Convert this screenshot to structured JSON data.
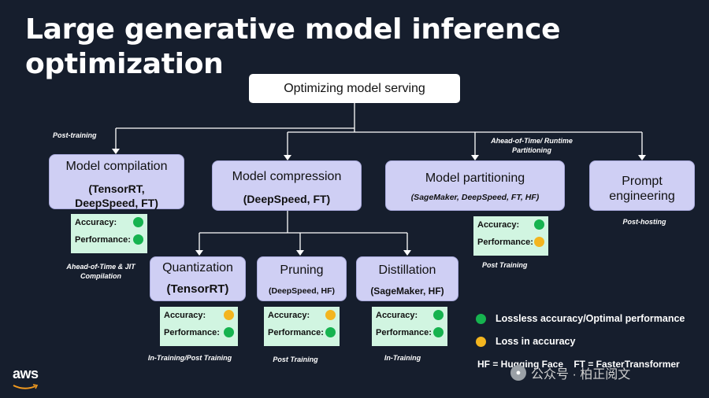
{
  "title": "Large generative model inference optimization",
  "root": {
    "label": "Optimizing model serving"
  },
  "categories": [
    {
      "title": "Model compilation",
      "sub": "(TensorRT, DeepSpeed, FT)"
    },
    {
      "title": "Model compression",
      "sub": "(DeepSpeed, FT)"
    },
    {
      "title": "Model partitioning",
      "sub": "(SageMaker, DeepSpeed, FT, HF)"
    },
    {
      "title": "Prompt engineering"
    }
  ],
  "techniques": [
    {
      "title": "Quantization",
      "sub": "(TensorRT)"
    },
    {
      "title": "Pruning",
      "sub": "(DeepSpeed, HF)"
    },
    {
      "title": "Distillation",
      "sub": "(SageMaker, HF)"
    }
  ],
  "metric_labels": {
    "accuracy": "Accuracy:",
    "performance": "Performance:"
  },
  "metrics": {
    "compilation": {
      "accuracy": "lossless",
      "performance": "optimal"
    },
    "partitioning": {
      "accuracy": "lossless",
      "performance": "loss"
    },
    "quantization": {
      "accuracy": "loss",
      "performance": "optimal"
    },
    "pruning": {
      "accuracy": "loss",
      "performance": "optimal"
    },
    "distillation": {
      "accuracy": "lossless",
      "performance": "optimal"
    }
  },
  "notes": {
    "post_training": "Post-training",
    "ahead_runtime_1": "Ahead-of-Time/ Runtime",
    "ahead_runtime_2": "Partitioning",
    "post_hosting": "Post-hosting",
    "ahead_jit_1": "Ahead-of-Time & JIT",
    "ahead_jit_2": "Compilation",
    "partition_post": "Post Training",
    "quant_when": "In-Training/Post Training",
    "pruning_when": "Post Training",
    "distill_when": "In-Training"
  },
  "legend": {
    "lossless": "Lossless accuracy/Optimal performance",
    "loss": "Loss in accuracy",
    "abbreviations": "HF = Hugging Face    FT = FasterTransformer"
  },
  "colors": {
    "background": "#161e2d",
    "box_fill": "#cfcff4",
    "metric_fill": "#d1f5e1",
    "green": "#16b34f",
    "yellow": "#f3b51f",
    "line": "#ffffff"
  },
  "branding": {
    "logo": "aws",
    "watermark": "公众号 · 柏正阅文"
  }
}
